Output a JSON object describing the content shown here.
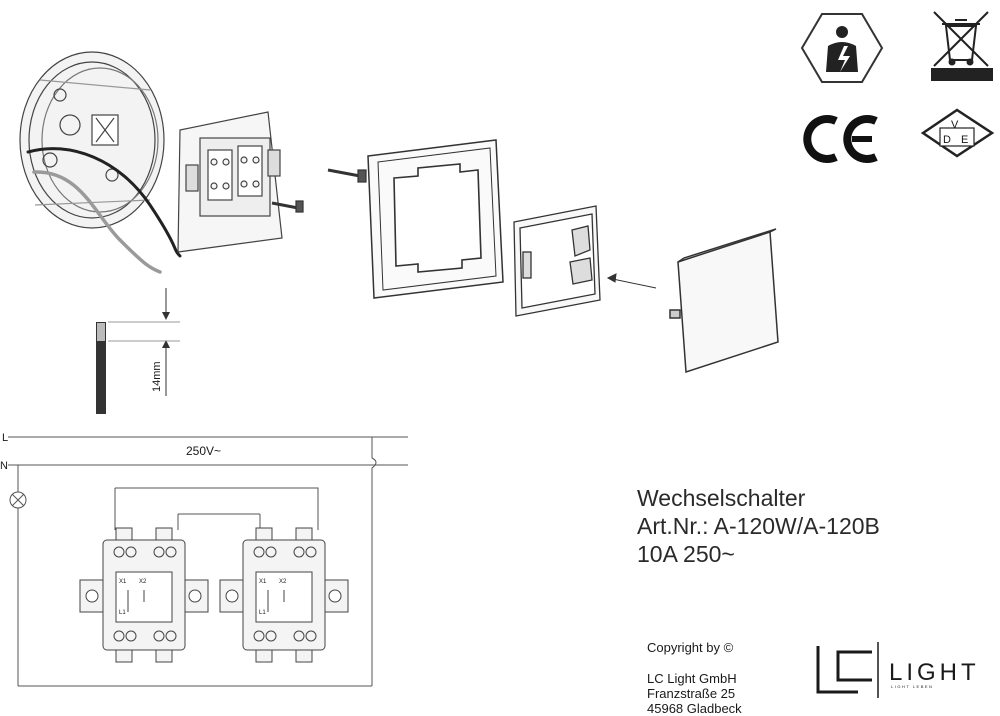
{
  "product": {
    "name": "Wechselschalter",
    "article": "Art.Nr.: A-120W/A-120B",
    "rating": "10A 250~"
  },
  "labels": {
    "line": "L",
    "neutral": "N",
    "voltage": "250V~",
    "strip_length": "14mm",
    "terminal_x1": "X1",
    "terminal_x2": "X2",
    "terminal_l1": "L1"
  },
  "symbols": {
    "electrician": "electrician-hazard-icon",
    "weee": "crossed-bin-icon",
    "ce": "ce-mark-icon",
    "vde": "vde-mark-icon",
    "vde_letters": [
      "V",
      "D",
      "E"
    ]
  },
  "copyright": {
    "label": "Copyright by ©",
    "company": "LC Light GmbH",
    "street": "Franzstraße 25",
    "city": "45968 Gladbeck"
  },
  "logo": {
    "mark": "LC",
    "word": "LIGHT",
    "tagline": "LIGHT LEBEN"
  }
}
